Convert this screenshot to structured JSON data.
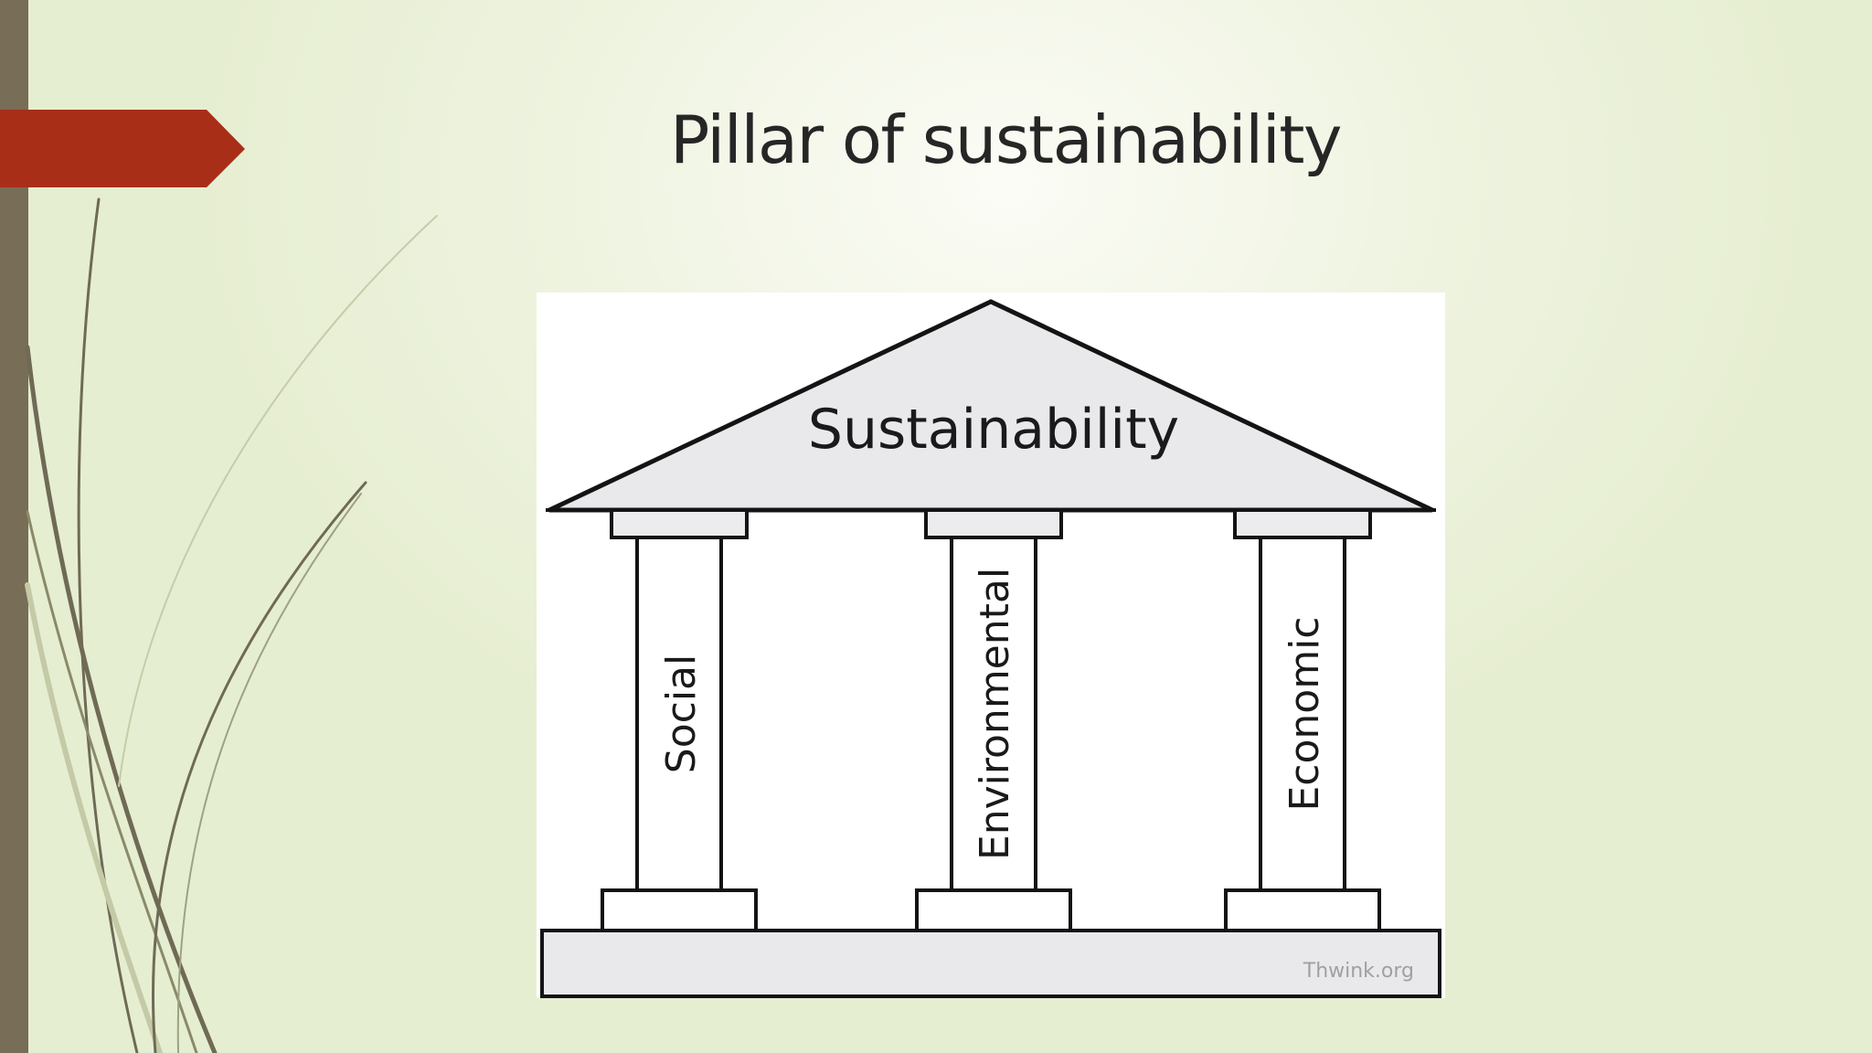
{
  "slide": {
    "title": "Pillar of sustainability"
  },
  "diagram": {
    "roof_label": "Sustainability",
    "pillars": [
      {
        "label": "Social"
      },
      {
        "label": "Environmental"
      },
      {
        "label": "Economic"
      }
    ],
    "watermark": "Thwink.org"
  },
  "colors": {
    "accent_arrow": "#a82e18",
    "left_bar": "#786d56",
    "roof_fill": "#e9e9ec",
    "outline": "#141414"
  }
}
